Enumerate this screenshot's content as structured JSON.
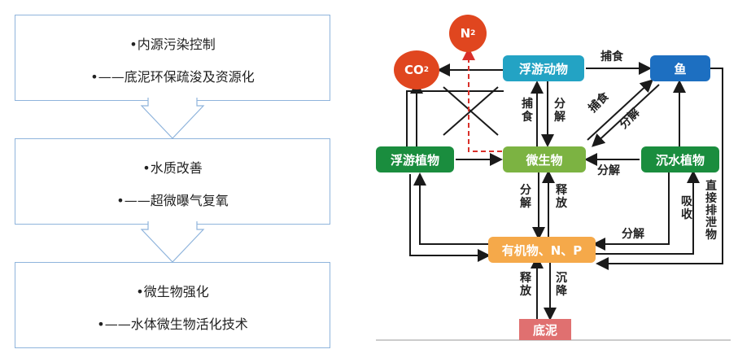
{
  "steps": [
    {
      "title": "•内源污染控制",
      "detail": "•——底泥环保疏浚及资源化"
    },
    {
      "title": "•水质改善",
      "detail": "•——超微曝气复氧"
    },
    {
      "title": "•微生物强化",
      "detail": "•——水体微生物活化技术"
    }
  ],
  "nodes": {
    "n2": "N",
    "n2_sub": "2",
    "co2": "CO",
    "co2_sub": "2",
    "zooplankton": "浮游动物",
    "fish": "鱼",
    "phytoplankton": "浮游植物",
    "microbe": "微生物",
    "submerged": "沉水植物",
    "organic": "有机物、N、P",
    "sediment": "底泥"
  },
  "edge_labels": {
    "prey_top": "捕食",
    "prey_mid": "捕\n食",
    "decompose_mid": "分\n解",
    "prey_diag": "捕食",
    "decompose_diag": "分解",
    "decompose_sub": "分解",
    "decompose_low": "分\n解",
    "release_low": "释\n放",
    "decompose_right": "分解",
    "absorb": "吸\n收",
    "direct_excrete": "直\n接\n排\n泄\n物",
    "release_bottom": "释\n放",
    "settle": "沉\n降"
  },
  "colors": {
    "box_border": "#8fb4dc",
    "teal": "#23a3c4",
    "blue": "#1d6fc1",
    "green": "#1a8d3e",
    "lightgreen": "#7cb342",
    "orange": "#f5a94a",
    "red_circle": "#e0461f",
    "sediment": "#e07070",
    "arrow": "#1a1a1a",
    "dashed": "#d9302a"
  }
}
